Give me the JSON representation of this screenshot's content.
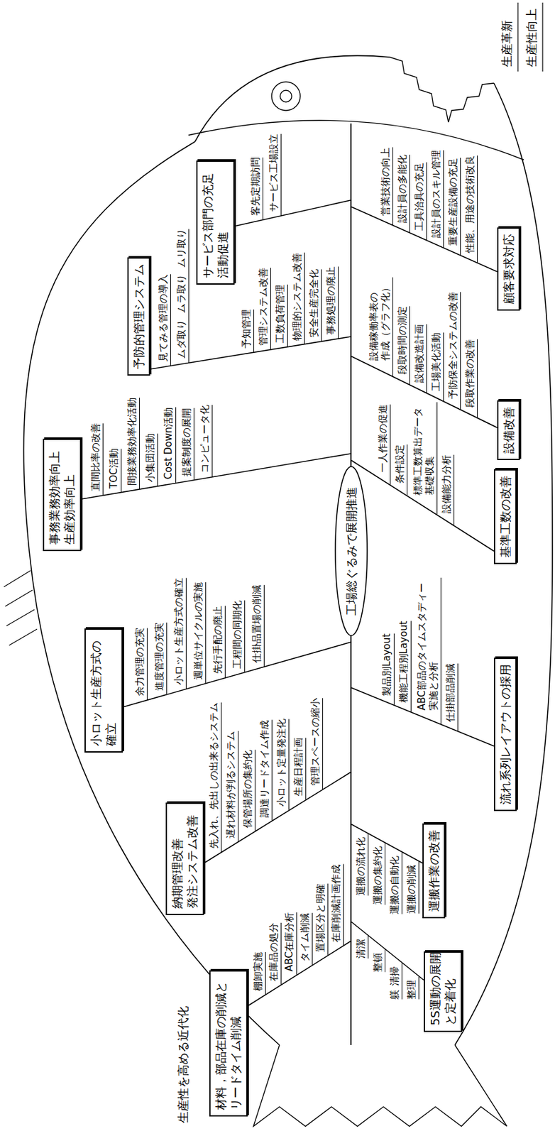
{
  "diagram": {
    "nodes": [
      {
        "text": [
          "材料，部品在庫の削減と リードタイム削減"
        ]
      },
      {
        "text": [
          "納期管理改善 発注システム改善"
        ]
      },
      {
        "text": [
          "小ロット生産方式の 確立"
        ]
      },
      {
        "text": [
          "事務業務効率向上 生産効率向上"
        ]
      },
      {
        "text": [
          "予防的管理システム"
        ]
      },
      {
        "text": [
          "サービス部門の充足 活動促進"
        ]
      },
      {
        "text": [
          "工場総ぐるみで展開推進"
        ]
      },
      {
        "text": [
          "5S運動の展開 と定着化"
        ]
      },
      {
        "text": [
          "運搬作業の改善"
        ]
      },
      {
        "text": [
          "流れ系列レイアウトの採用"
        ]
      },
      {
        "text": [
          "基準工数の改善"
        ]
      },
      {
        "text": [
          "設備改善"
        ]
      },
      {
        "text": [
          "顧客要求対応"
        ]
      }
    ],
    "labels": [
      "生産革新",
      "生産性向上",
      "生産性を高める近代化",
      "棚卸実施",
      "在庫品の処分",
      "ABC在庫分析",
      "タイム削減",
      "置場区分と明確",
      "在庫削減計画作成",
      "先入れ、先出しの出来るシステム",
      "遅れ材料が判るシステム",
      "保管場所の集約化",
      "調達リードタイム作成",
      "小ロット定量発注化",
      "生産日程計画",
      "管理スペースの縮小",
      "余力管理の充実",
      "進度管理の充実",
      "小ロット生産方式の確立",
      "週単位サイクルの実施",
      "先行手配の廃止",
      "工程間の同期化",
      "仕掛品置場の削減",
      "直間比率の改善",
      "TOC活動",
      "間接業務効率化活動",
      "小集団活動",
      "Cost Down活動",
      "提案制度の展開",
      "コンピュータ化",
      "見てみる管理の導入",
      "ムダ取り",
      "ムラ取り",
      "ムリ取り",
      "予知管理",
      "管理システム改善",
      "工数負荷管理",
      "物理的システム改善",
      "安全生産完全化",
      "事務処理の廃止",
      "客先定期訪問",
      "サービス工場設立",
      "清潔",
      "整頓",
      "躾",
      "清掃",
      "整理",
      "運搬の流れ化",
      "運搬の集約化",
      "運搬の自動化",
      "運搬の削減",
      "製品別Layout",
      "機能工程別Layout",
      "ABC部品のタイムスタディー 実施と分析",
      "仕掛部品削減",
      "一人作業の促進",
      "条件設定",
      "標準工数算出データ 基礎収集",
      "設備能力分析",
      "設備稼働率表の 作成（グラフ化）",
      "段取時間の測定",
      "設備改造計画",
      "工場美化活動",
      "予防保全システムの改善",
      "段取作業の改善",
      "営業技術の向上",
      "設計員の多能化",
      "工具治具の充足",
      "設計員のスキル管理",
      "重要生産設備の充足",
      "性能、用途の技術改良"
    ]
  }
}
